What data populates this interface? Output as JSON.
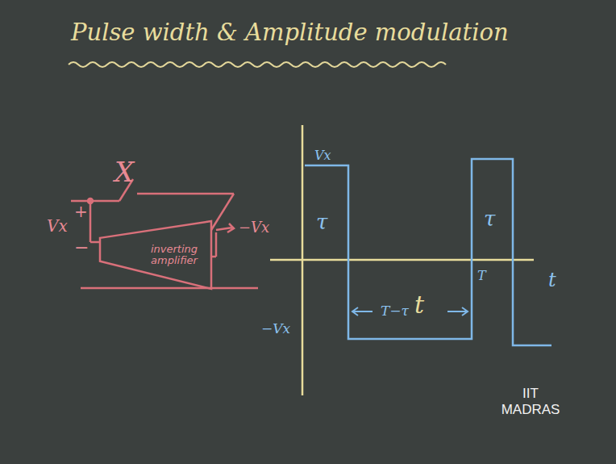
{
  "diagram": {
    "title": "Pulse width & Amplitude modulation",
    "nodes": [
      {
        "text": [
          "inverting amplifier"
        ]
      }
    ],
    "edges": [],
    "labels": [
      "X",
      "+",
      "Vx",
      "−",
      "−Vx",
      "Vx",
      "τ",
      "−Vx",
      "T−τ",
      "t",
      "τ",
      "T",
      "t",
      "IIT MADRAS"
    ]
  }
}
